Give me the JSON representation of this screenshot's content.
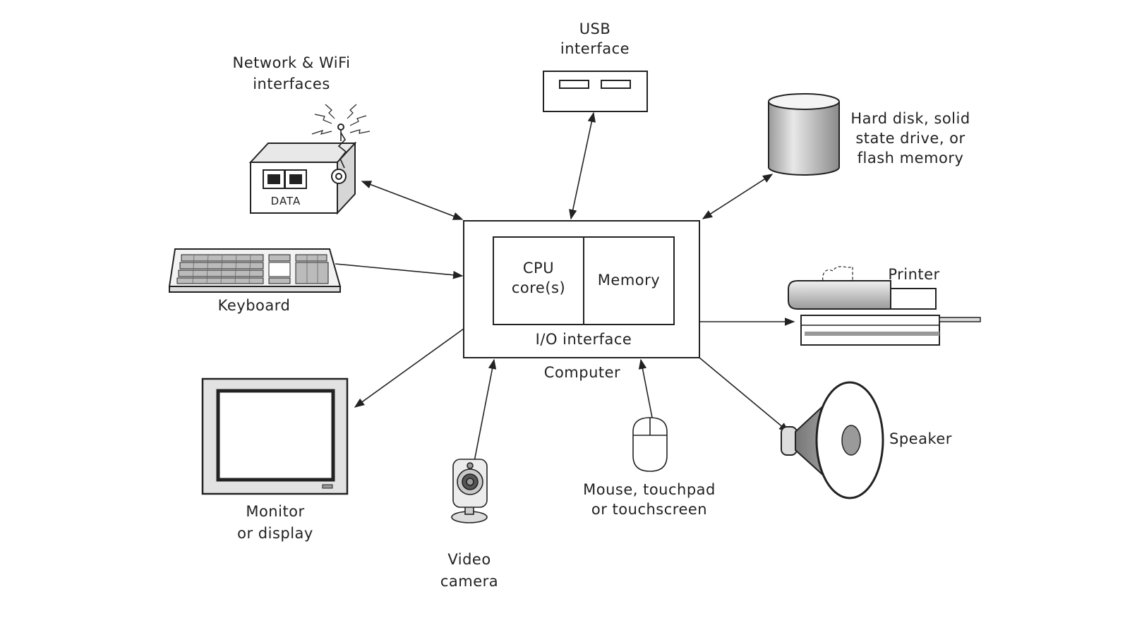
{
  "labels": {
    "usb": [
      "USB",
      "interface"
    ],
    "network": [
      "Network & WiFi",
      "interfaces"
    ],
    "data": "DATA",
    "disk": [
      "Hard disk, solid",
      "state drive, or",
      "flash memory"
    ],
    "keyboard": "Keyboard",
    "cpu": [
      "CPU",
      "core(s)"
    ],
    "memory": "Memory",
    "io": "I/O interface",
    "computer": "Computer",
    "printer": "Printer",
    "monitor": [
      "Monitor",
      "or display"
    ],
    "camera": [
      "Video",
      "camera"
    ],
    "mouse": [
      "Mouse, touchpad",
      "or touchscreen"
    ],
    "speaker": "Speaker"
  },
  "colors": {
    "line": "#222222",
    "fill_light": "#e6e6e6",
    "fill_mid": "#bdbdbd",
    "fill_dark": "#8f8f8f"
  },
  "icons": [
    "usb-port-icon",
    "network-box-icon",
    "disk-cylinder-icon",
    "keyboard-icon",
    "printer-icon",
    "monitor-icon",
    "webcam-icon",
    "mouse-icon",
    "speaker-icon"
  ]
}
